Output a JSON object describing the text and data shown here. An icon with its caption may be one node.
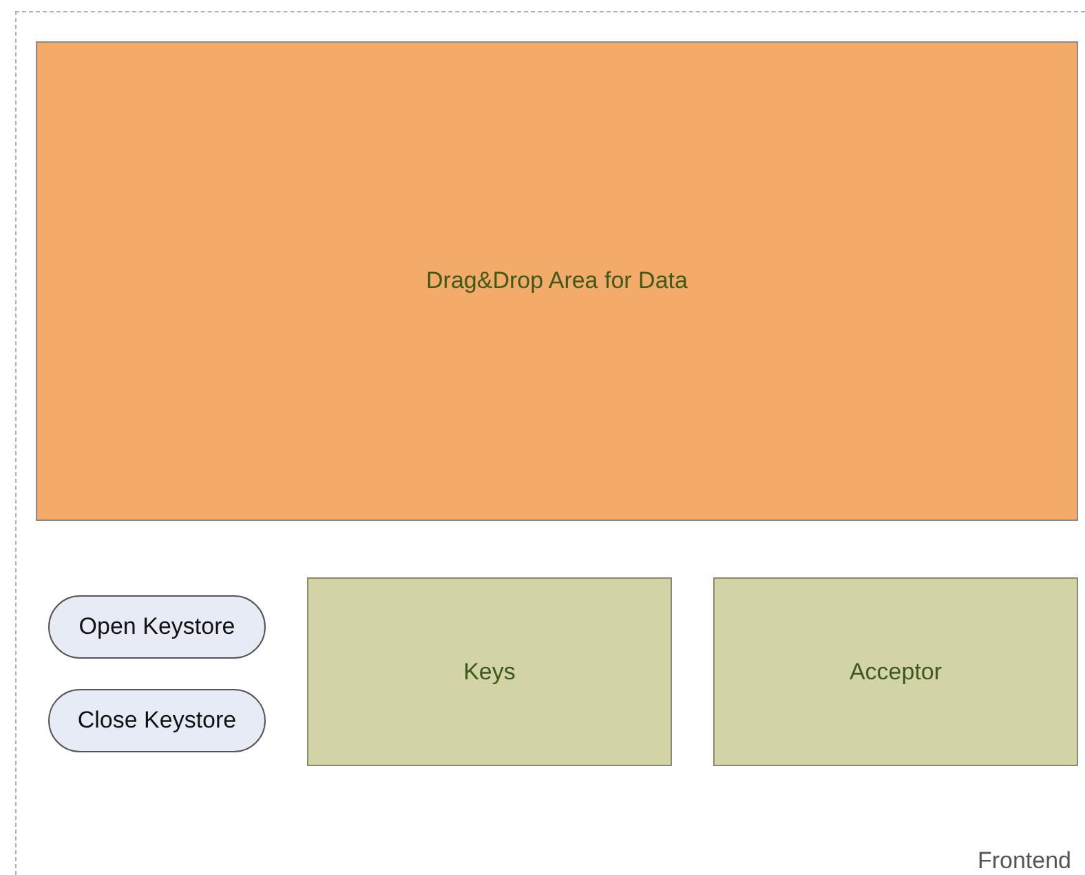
{
  "diagram": {
    "nodes": [
      {
        "text": [
          "Frontend"
        ]
      },
      {
        "text": [
          "Drag&Drop Area for Data"
        ],
        "in": 0
      },
      {
        "text": [
          "Open Keystore"
        ],
        "in": 0
      },
      {
        "text": [
          "Close Keystore"
        ],
        "in": 0
      },
      {
        "text": [
          "Keys"
        ],
        "in": 0
      },
      {
        "text": [
          "Acceptor"
        ],
        "in": 0
      }
    ]
  }
}
